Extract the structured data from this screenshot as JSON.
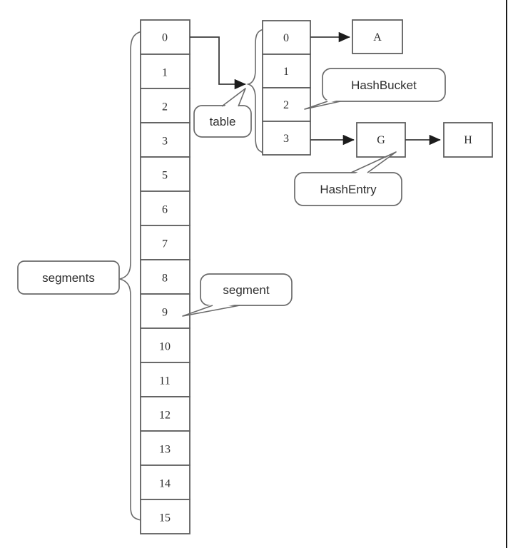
{
  "labels": {
    "segments": "segments",
    "segment": "segment",
    "table": "table",
    "hash_bucket": "HashBucket",
    "hash_entry": "HashEntry"
  },
  "segments_array": {
    "cells": [
      "0",
      "1",
      "2",
      "3",
      "5",
      "6",
      "7",
      "8",
      "9",
      "10",
      "11",
      "12",
      "13",
      "14",
      "15"
    ]
  },
  "bucket_table": {
    "cells": [
      "0",
      "1",
      "2",
      "3"
    ]
  },
  "hash_entries": {
    "a": "A",
    "g": "G",
    "h": "H"
  },
  "colors": {
    "line": "#6a6a6a",
    "box_border": "#5f5f5f",
    "arrow": "#3d3d3d",
    "arrowhead": "#1c1c1c",
    "text": "#2e2e2e",
    "background": "#ffffff",
    "right_edge_line": "#1a1a1a"
  }
}
